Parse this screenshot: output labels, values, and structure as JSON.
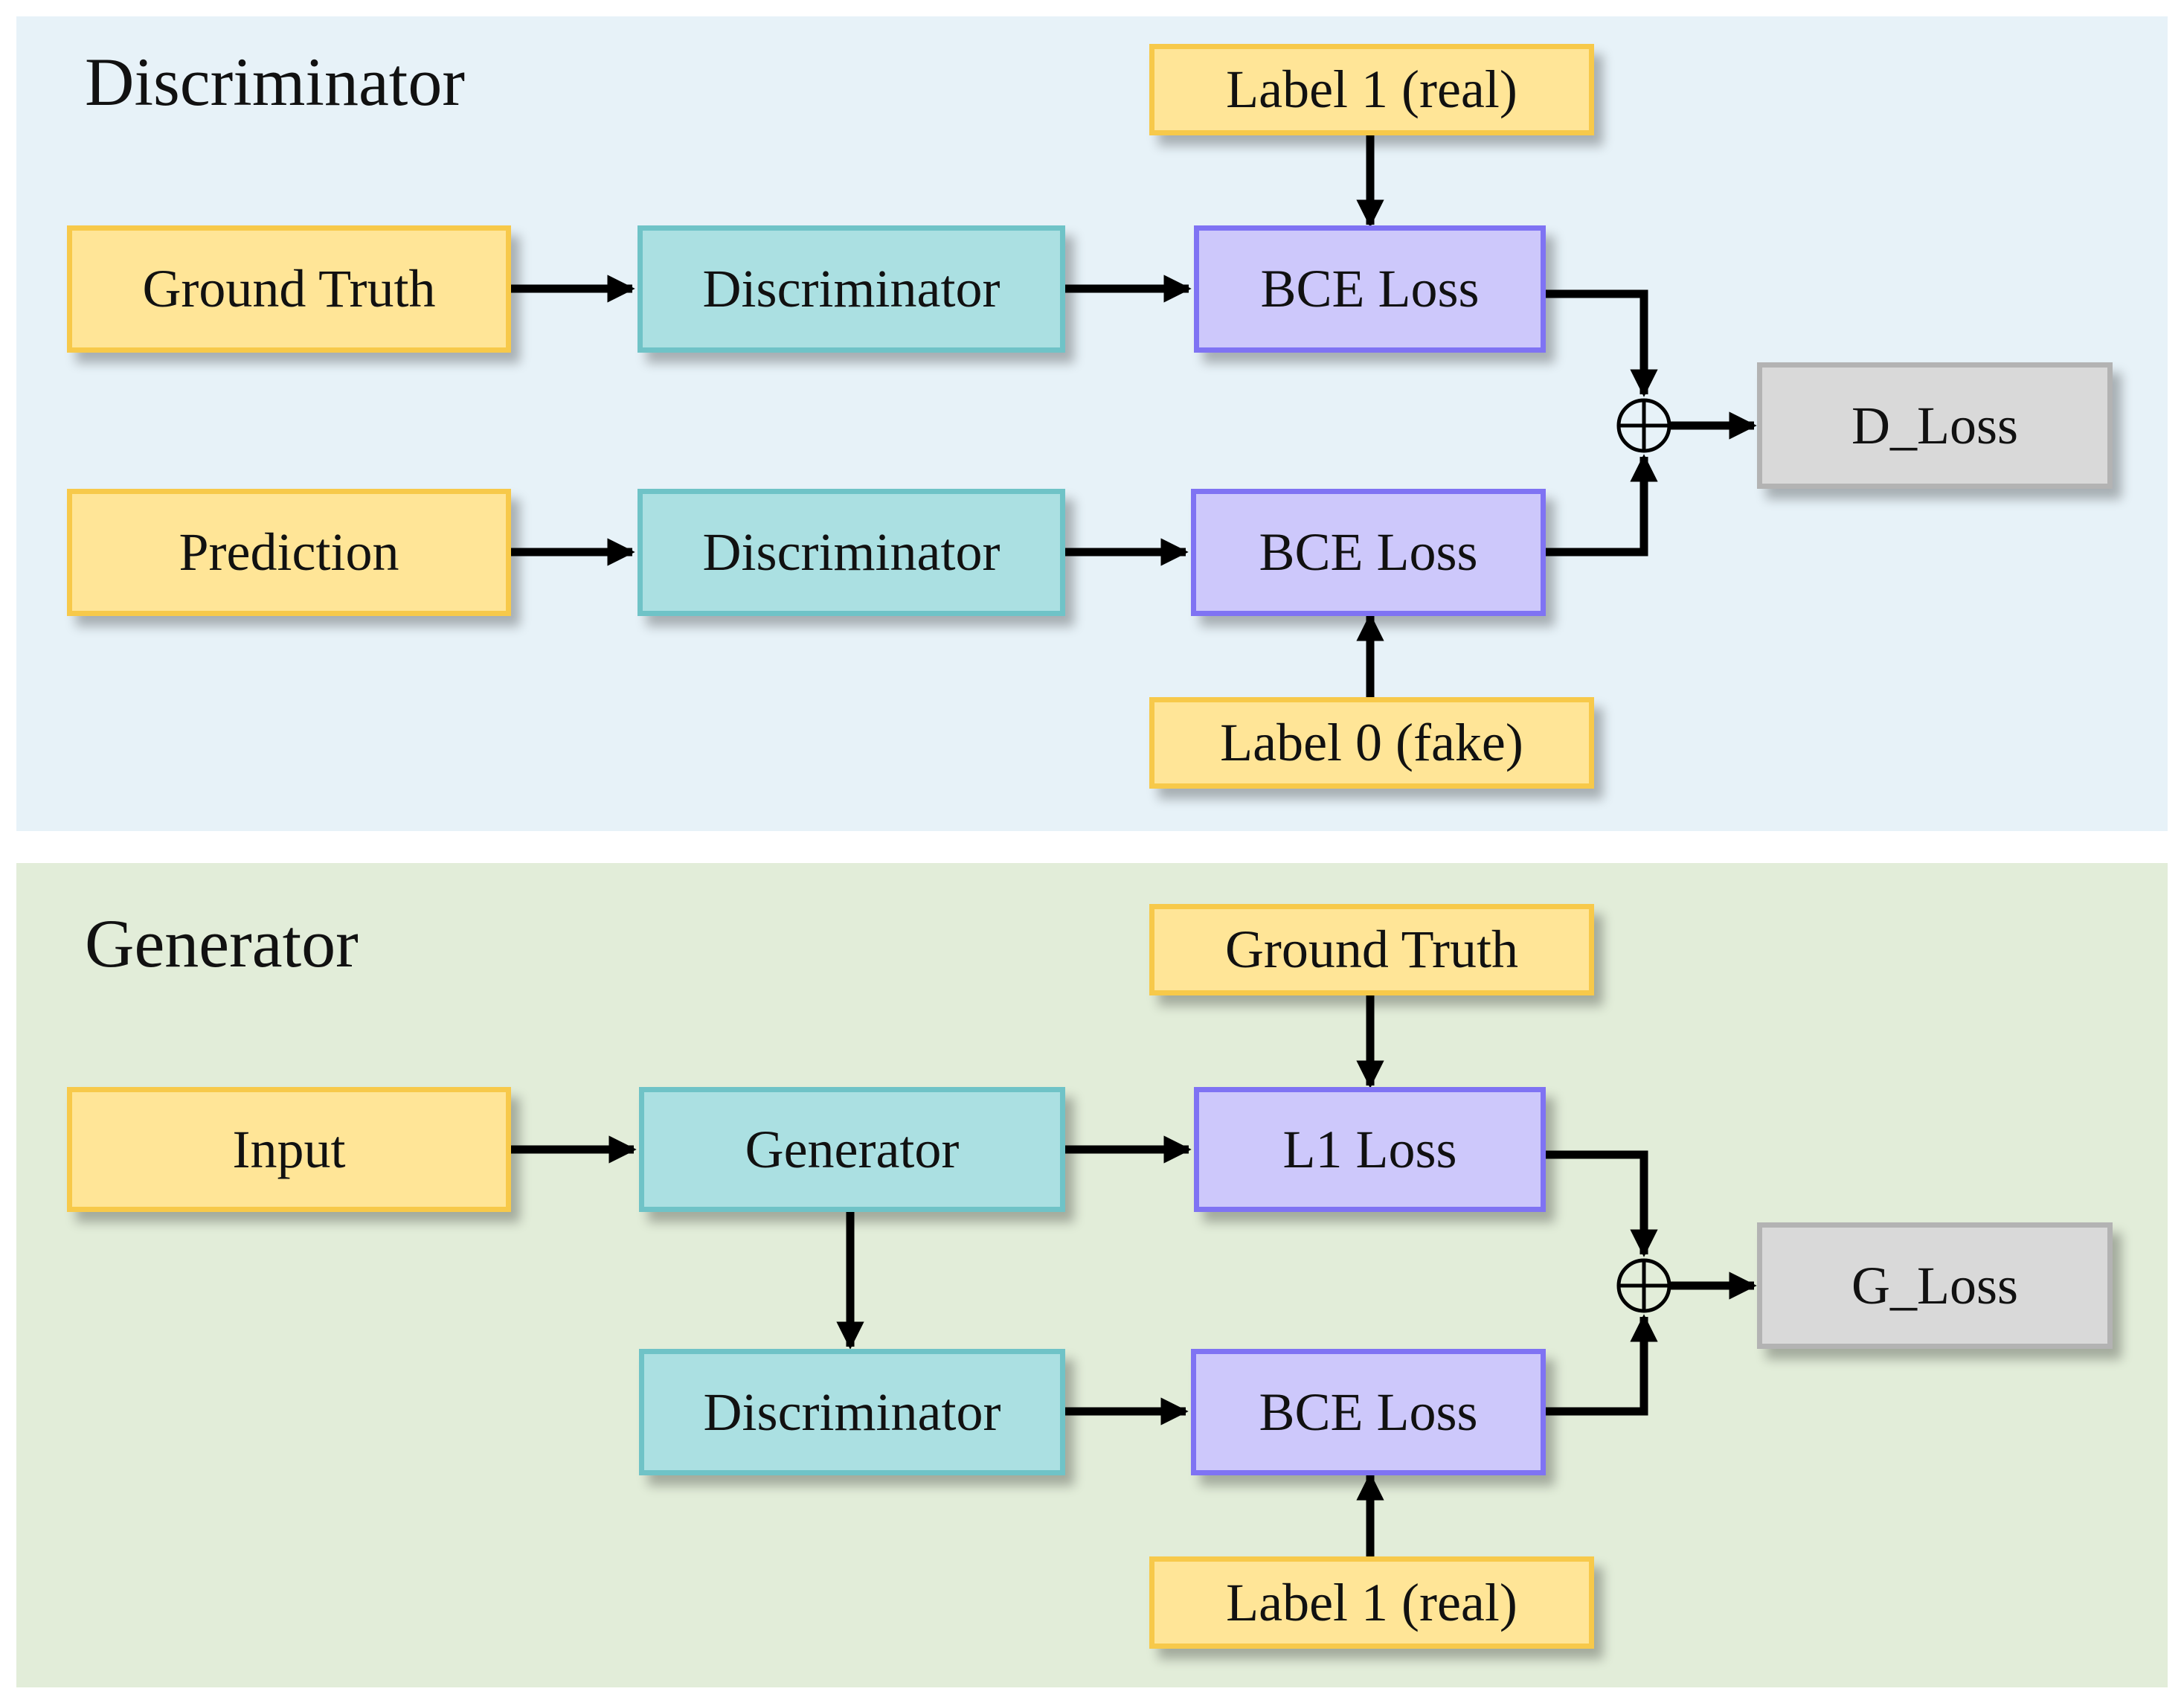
{
  "colors": {
    "discriminator_panel": "#e7f2f8",
    "generator_panel": "#e2edd9",
    "data_box": "#ffe597",
    "network_box": "#abe0e2",
    "loss_box": "#cdc8fb",
    "total_loss_box": "#d9d9d9"
  },
  "discriminator": {
    "title": "Discriminator",
    "ground_truth": "Ground Truth",
    "prediction": "Prediction",
    "disc_top": "Discriminator",
    "disc_bottom": "Discriminator",
    "bce_top": "BCE Loss",
    "bce_bottom": "BCE Loss",
    "label_real": "Label 1 (real)",
    "label_fake": "Label 0 (fake)",
    "sum_symbol": "⊕",
    "total": "D_Loss"
  },
  "generator": {
    "title": "Generator",
    "input": "Input",
    "generator": "Generator",
    "discriminator": "Discriminator",
    "ground_truth": "Ground Truth",
    "l1_loss": "L1 Loss",
    "bce_loss": "BCE Loss",
    "label_real": "Label 1 (real)",
    "sum_symbol": "⊕",
    "total": "G_Loss"
  }
}
